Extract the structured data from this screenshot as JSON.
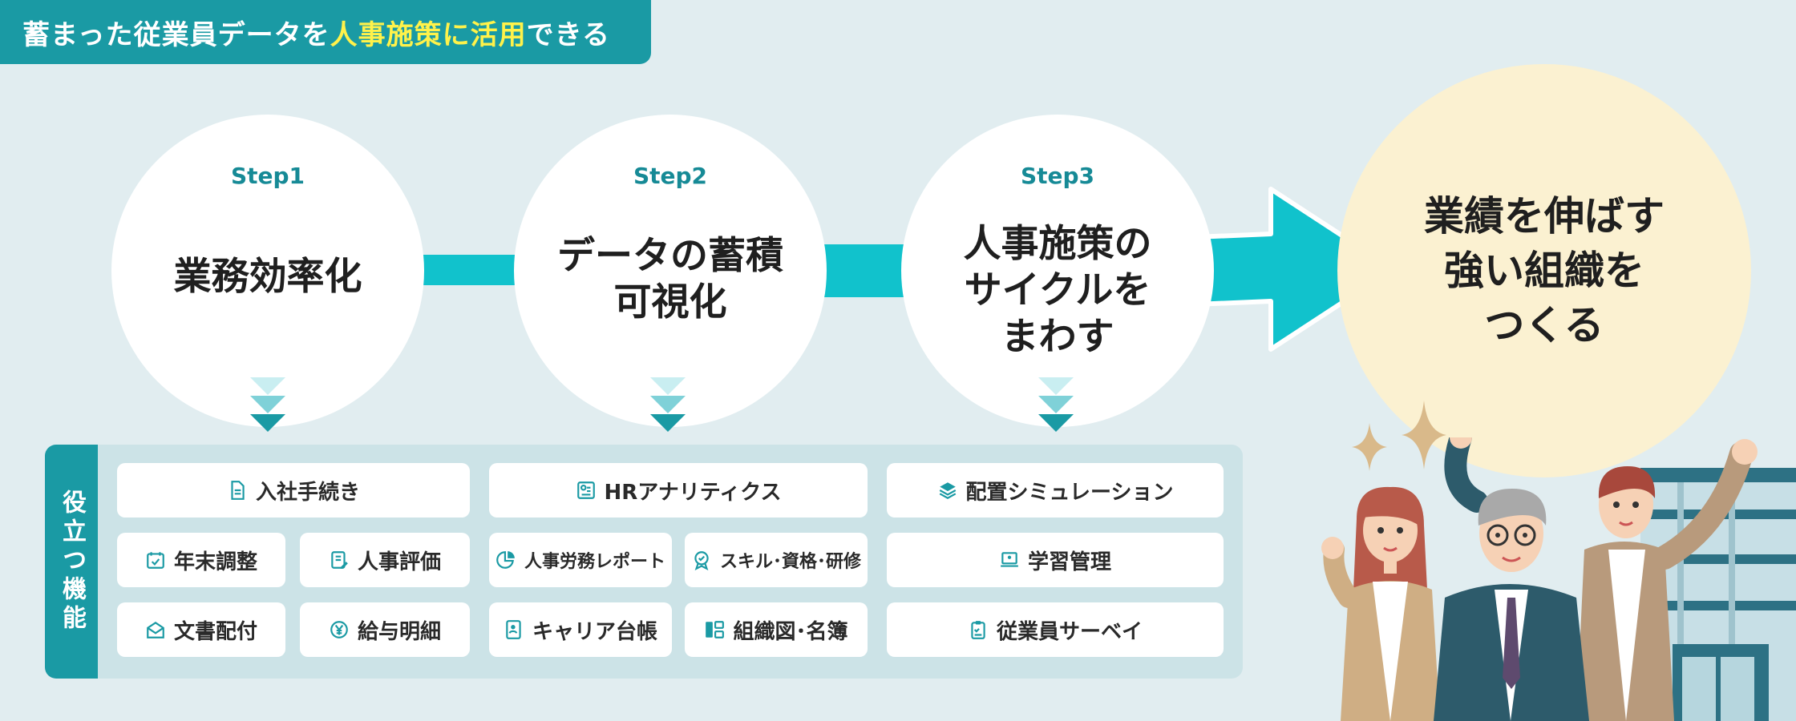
{
  "header": {
    "prefix": "蓄まった従業員データを",
    "highlight": "人事施策に活用",
    "suffix": "できる"
  },
  "steps": [
    {
      "label": "Step1",
      "title": "業務効率化"
    },
    {
      "label": "Step2",
      "title": "データの蓄積\n可視化"
    },
    {
      "label": "Step3",
      "title": "人事施策の\nサイクルを\nまわす"
    }
  ],
  "goal": {
    "title": "業績を伸ばす\n強い組織を\nつくる"
  },
  "features": {
    "side_label": "役立つ機能",
    "col1": {
      "wide": {
        "label": "入社手続き",
        "icon": "document-icon"
      },
      "pairs": [
        [
          {
            "label": "年末調整",
            "icon": "calendar-check-icon"
          },
          {
            "label": "人事評価",
            "icon": "clipboard-edit-icon"
          }
        ],
        [
          {
            "label": "文書配付",
            "icon": "envelope-icon"
          },
          {
            "label": "給与明細",
            "icon": "yen-wallet-icon"
          }
        ]
      ]
    },
    "col2": {
      "wide": {
        "label": "HRアナリティクス",
        "icon": "analytics-icon"
      },
      "pairs": [
        [
          {
            "label": "人事労務レポート",
            "icon": "pie-chart-icon"
          },
          {
            "label": "スキル･資格･研修",
            "icon": "badge-icon"
          }
        ],
        [
          {
            "label": "キャリア台帳",
            "icon": "profile-book-icon"
          },
          {
            "label": "組織図･名簿",
            "icon": "org-chart-icon"
          }
        ]
      ]
    },
    "col3": [
      {
        "label": "配置シミュレーション",
        "icon": "shuffle-stack-icon"
      },
      {
        "label": "学習管理",
        "icon": "laptop-icon"
      },
      {
        "label": "従業員サーベイ",
        "icon": "survey-icon"
      }
    ]
  },
  "colors": {
    "accent": "#1a9aa4",
    "band": "#11c2cc",
    "highlight_text": "#fff24a",
    "goal_bg": "#fbf1d1",
    "background": "#e1edf0"
  }
}
